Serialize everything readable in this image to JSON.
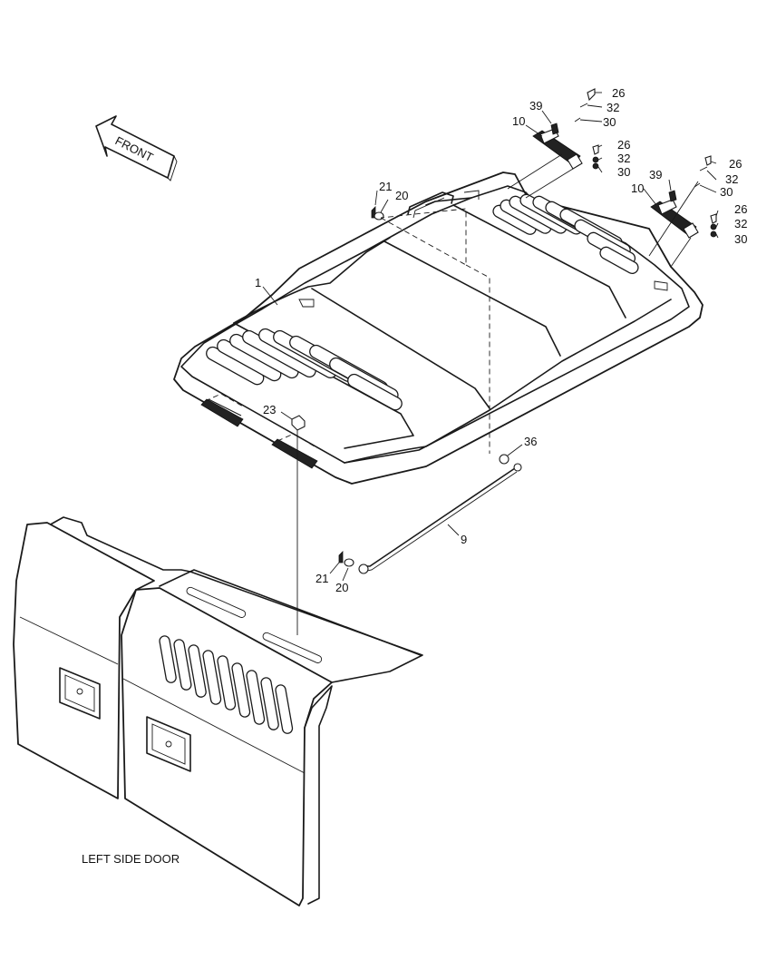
{
  "front_arrow": {
    "label": "FRONT"
  },
  "caption": "LEFT SIDE DOOR",
  "callouts": {
    "c1": "1",
    "c9": "9",
    "c10a": "10",
    "c10b": "10",
    "c20a": "20",
    "c20b": "20",
    "c21a": "21",
    "c21b": "21",
    "c23": "23",
    "c26a": "26",
    "c26b": "26",
    "c26c": "26",
    "c26d": "26",
    "c30a": "30",
    "c30b": "30",
    "c30c": "30",
    "c30d": "30",
    "c32a": "32",
    "c32b": "32",
    "c32c": "32",
    "c32d": "32",
    "c36": "36",
    "c39a": "39",
    "c39b": "39"
  }
}
